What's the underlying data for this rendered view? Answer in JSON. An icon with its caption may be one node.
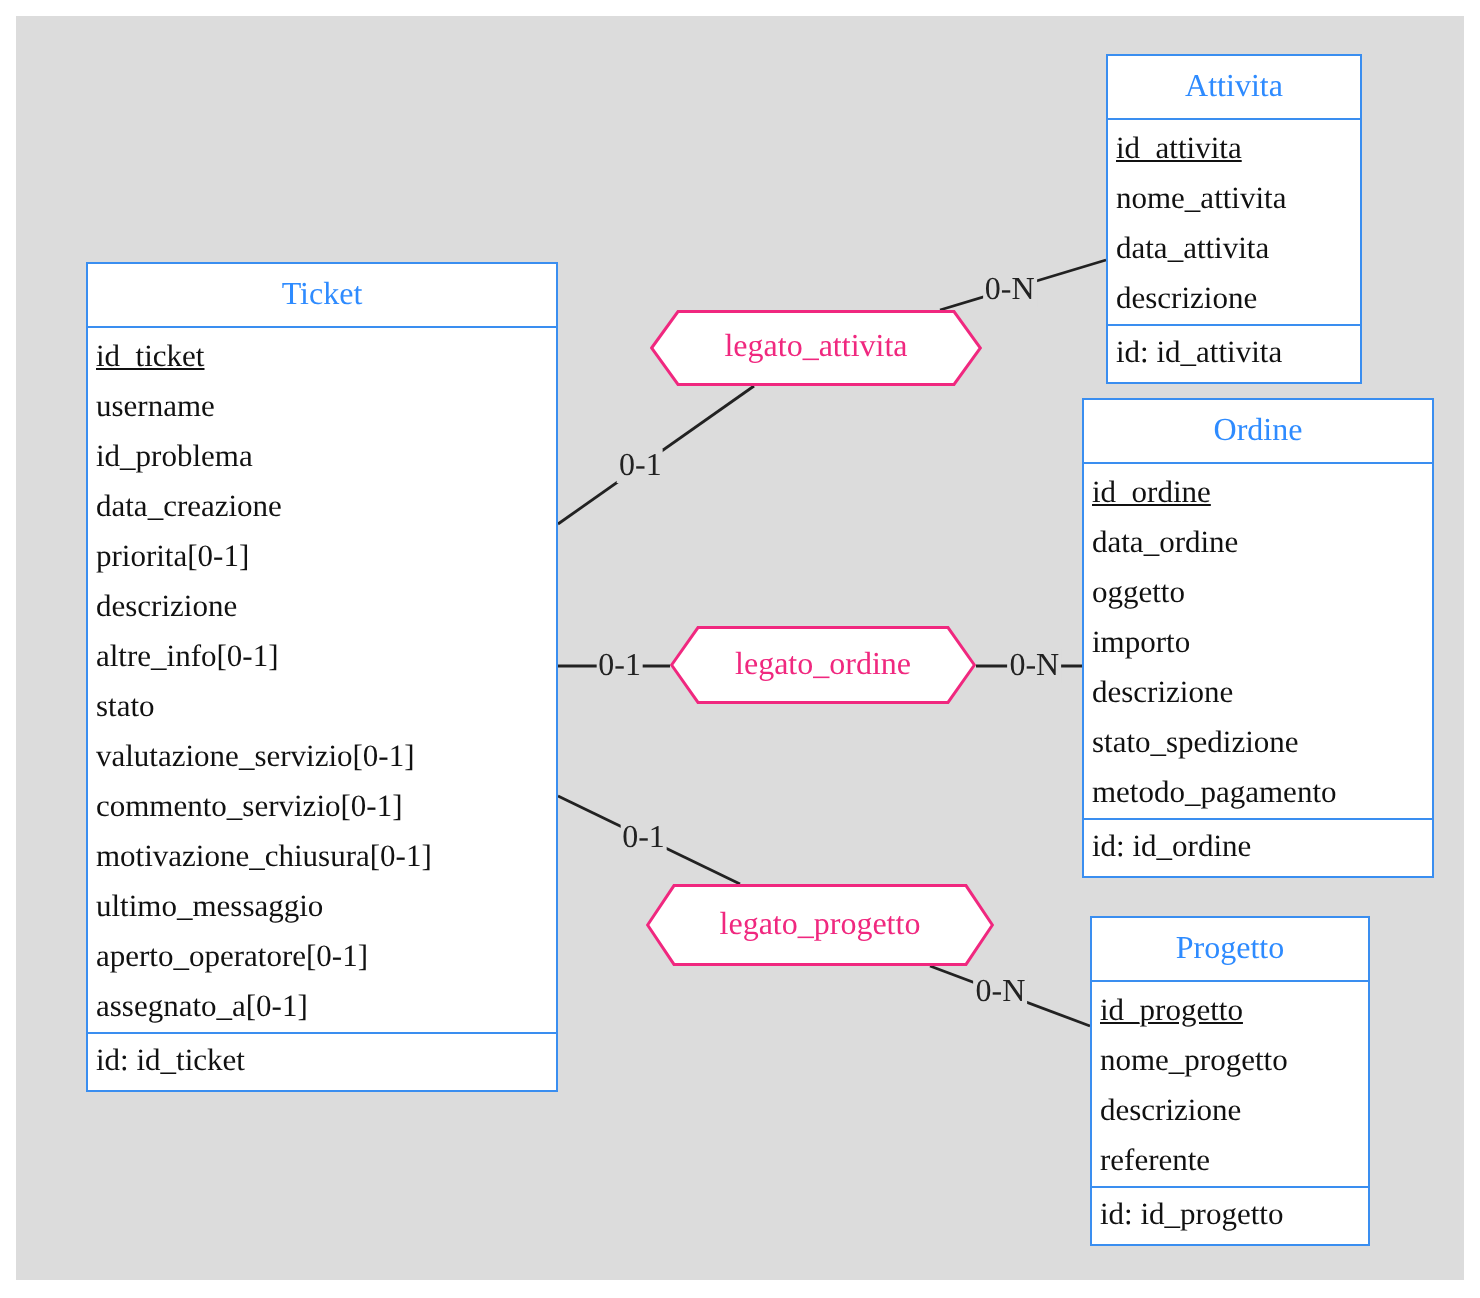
{
  "diagram": {
    "nodes": [
      {
        "text": [
          "Attivita",
          "id_attivita",
          "nome_attivita",
          "data_attivita",
          "descrizione",
          "id: id_attivita"
        ]
      },
      {
        "text": [
          "Ticket",
          "id_ticket",
          "username",
          "id_problema",
          "data_creazione",
          "priorita[0-1]",
          "descrizione",
          "altre_info[0-1]",
          "stato",
          "valutazione_servizio[0-1]",
          "commento_servizio[0-1]",
          "motivazione_chiusura[0-1]",
          "ultimo_messaggio",
          "aperto_operatore[0-1]",
          "assegnato_a[0-1]",
          "id: id_ticket"
        ]
      },
      {
        "text": [
          "legato_attivita"
        ]
      },
      {
        "text": [
          "Ordine",
          "id_ordine",
          "data_ordine",
          "oggetto",
          "importo",
          "descrizione",
          "stato_spedizione",
          "metodo_pagamento",
          "id: id_ordine"
        ]
      },
      {
        "text": [
          "legato_ordine"
        ]
      },
      {
        "text": [
          "legato_progetto"
        ]
      },
      {
        "text": [
          "Progetto",
          "id_progetto",
          "nome_progetto",
          "descrizione",
          "referente",
          "id: id_progetto"
        ]
      }
    ],
    "edges": [
      {
        "from": 1,
        "to": 2,
        "arrow": "none",
        "label": "0-1"
      },
      {
        "from": 2,
        "to": 0,
        "arrow": "none",
        "label": "0-N"
      },
      {
        "from": 1,
        "to": 4,
        "arrow": "none",
        "label": "0-1"
      },
      {
        "from": 4,
        "to": 3,
        "arrow": "none",
        "label": "0-N"
      },
      {
        "from": 1,
        "to": 5,
        "arrow": "none",
        "label": "0-1"
      },
      {
        "from": 5,
        "to": 6,
        "arrow": "none",
        "label": "0-N"
      }
    ]
  }
}
